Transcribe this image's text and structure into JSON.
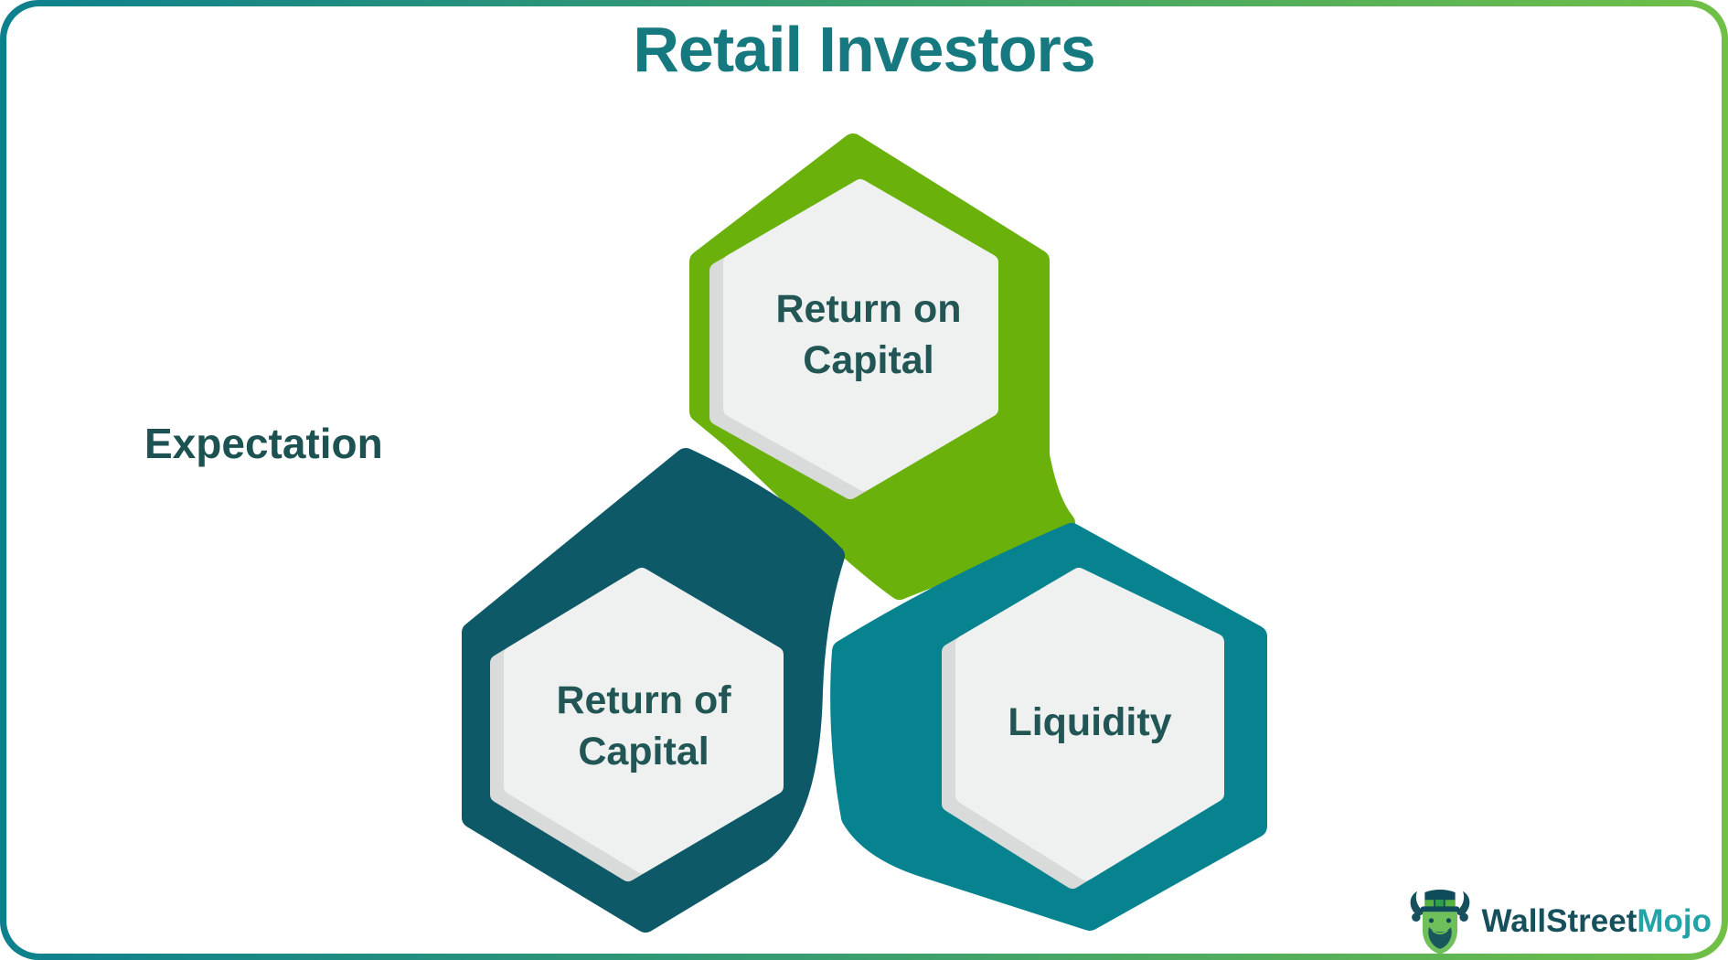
{
  "title": "Retail Investors",
  "side_label": "Expectation",
  "diagram": {
    "hexagons": [
      {
        "id": "return-on-capital",
        "line1": "Return on",
        "line2": "Capital",
        "color": "#6ab10b"
      },
      {
        "id": "return-of-capital",
        "line1": "Return of",
        "line2": "Capital",
        "color": "#0d5967"
      },
      {
        "id": "liquidity",
        "line1": "Liquidity",
        "line2": "",
        "color": "#078390"
      }
    ]
  },
  "logo": {
    "text_primary": "WallStreet",
    "text_secondary": "Mojo"
  },
  "colors": {
    "border_gradient_start": "#0d808e",
    "border_gradient_end": "#70c046",
    "title_text": "#15797f",
    "side_label_text": "#1d5252",
    "hexagon_label_text": "#215655",
    "inner_hexagon_fill": "#eff1f0",
    "inner_hexagon_shadow": "#d9dbdb",
    "logo_primary": "#17505d",
    "logo_secondary": "#23a3a8"
  }
}
